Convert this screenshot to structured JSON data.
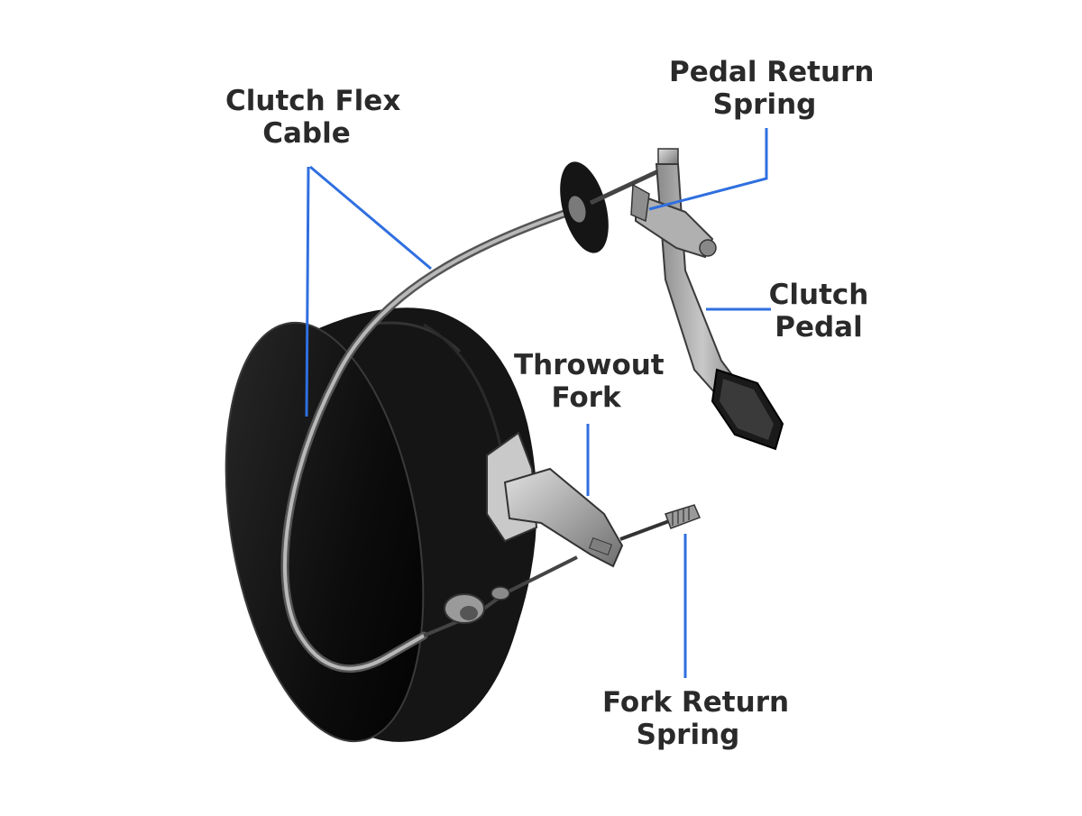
{
  "diagram": {
    "labels": {
      "clutch_flex_cable": {
        "line1": "Clutch Flex",
        "line2": "Cable"
      },
      "pedal_return_spring": {
        "line1": "Pedal Return",
        "line2": "Spring"
      },
      "clutch_pedal": {
        "line1": "Clutch",
        "line2": "Pedal"
      },
      "throwout_fork": {
        "line1": "Throwout",
        "line2": "Fork"
      },
      "fork_return_spring": {
        "line1": "Fork Return",
        "line2": "Spring"
      }
    },
    "colors": {
      "leader_line": "#2f6fe0",
      "text": "#2a2a2a",
      "housing": "#111111",
      "metal": "#9a9a9a",
      "background": "#ffffff"
    }
  }
}
